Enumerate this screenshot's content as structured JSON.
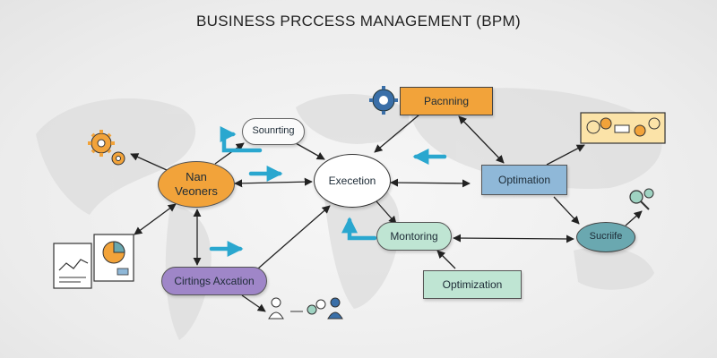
{
  "title": "BUSINESS PRCCESS MANAGEMENT (BPM)",
  "nodes": {
    "main": "Nan\nVeoners",
    "sourcing": "Sounrting",
    "execution": "Execetion",
    "planning": "Pacnning",
    "optimation": "Optimation",
    "monitoring": "Montoring",
    "optimization": "Optimization",
    "sucrife": "Sucriife",
    "criterias": "Cirtings Axcation"
  },
  "colors": {
    "orange": "#f2a33a",
    "blue": "#8fb8d8",
    "teal": "#6aa8b0",
    "green": "#bfe5d3",
    "purple": "#9f86c8",
    "arrow_cyan": "#2aa7cf"
  },
  "icons": [
    "gear-icon",
    "chart-icon",
    "people-icon",
    "tools-icon",
    "magnifier-icon"
  ]
}
